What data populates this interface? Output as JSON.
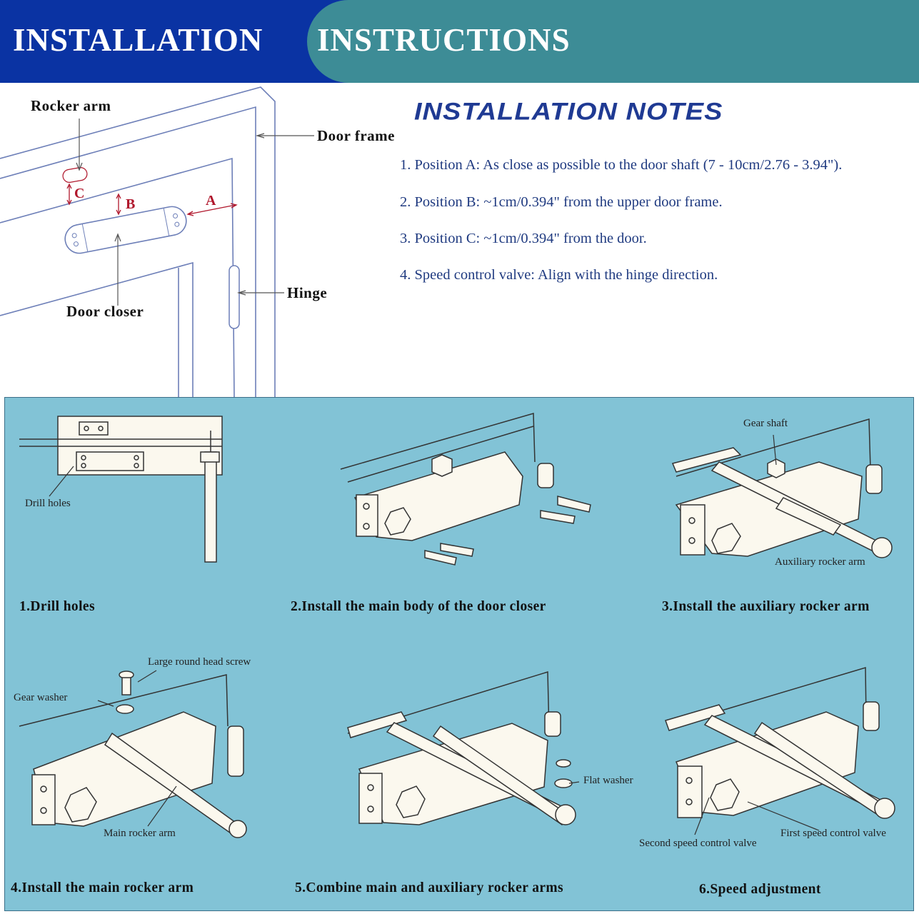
{
  "header": {
    "title_part1": "INSTALLATION",
    "title_part2": "INSTRUCTIONS"
  },
  "notes": {
    "title": "INSTALLATION NOTES",
    "items": [
      "1. Position A: As close as possible to the door shaft (7 - 10cm/2.76 - 3.94\").",
      "2. Position B: ~1cm/0.394\" from the upper door frame.",
      "3. Position C: ~1cm/0.394\" from the door.",
      "4. Speed control valve: Align with the hinge direction."
    ]
  },
  "diagram": {
    "labels": {
      "rocker_arm": "Rocker arm",
      "door_frame": "Door frame",
      "hinge": "Hinge",
      "door_closer": "Door closer",
      "a": "A",
      "b": "B",
      "c": "C"
    }
  },
  "steps": [
    {
      "title": "1.Drill holes",
      "parts": [
        "Drill holes"
      ]
    },
    {
      "title": "2.Install the main body of the door closer",
      "parts": []
    },
    {
      "title": "3.Install the auxiliary rocker arm",
      "parts": [
        "Gear shaft",
        "Auxiliary rocker arm"
      ]
    },
    {
      "title": "4.Install the main rocker arm",
      "parts": [
        "Large round head screw",
        "Gear washer",
        "Main rocker arm"
      ]
    },
    {
      "title": "5.Combine main and auxiliary rocker arms",
      "parts": [
        "Flat washer"
      ]
    },
    {
      "title": "6.Speed adjustment",
      "parts": [
        "Second speed control valve",
        "First speed control valve"
      ]
    }
  ],
  "colors": {
    "header_blue": "#0a33a3",
    "header_teal": "#3d8c96",
    "notes_blue": "#1f3a93",
    "panel": "#82c3d6",
    "marker_red": "#b0172c"
  }
}
